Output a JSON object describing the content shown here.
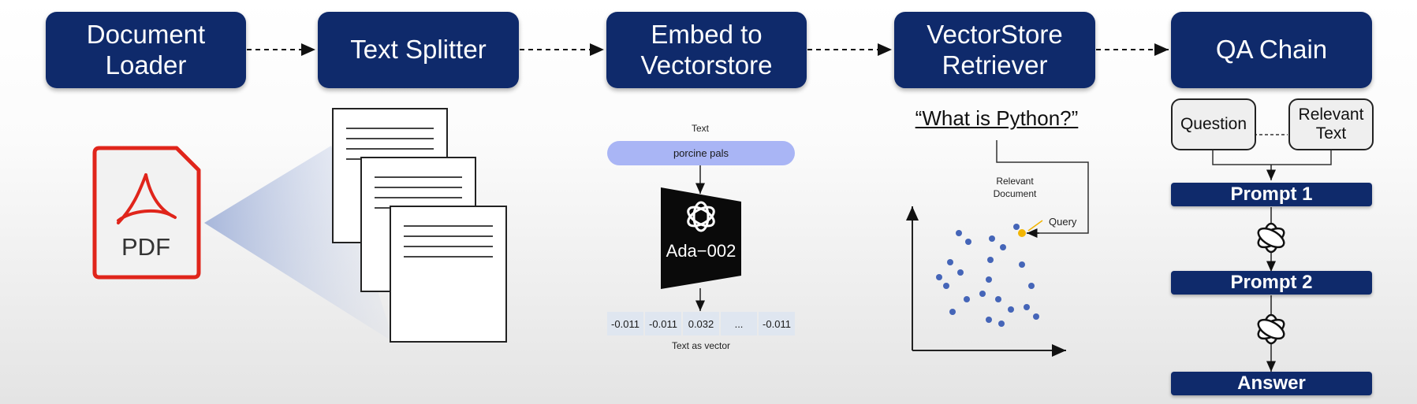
{
  "pipeline": {
    "steps": [
      {
        "id": "document-loader",
        "label": "Document\nLoader"
      },
      {
        "id": "text-splitter",
        "label": "Text Splitter"
      },
      {
        "id": "embed-to-vectorstore",
        "label": "Embed to\nVectorstore"
      },
      {
        "id": "vectorstore-retriever",
        "label": "VectorStore\nRetriever"
      },
      {
        "id": "qa-chain",
        "label": "QA Chain"
      }
    ]
  },
  "loader": {
    "file_label": "PDF"
  },
  "embed": {
    "text_label": "Text",
    "input_text": "porcine pals",
    "model_label": "Ada−002",
    "vector_values": [
      "-0.011",
      "-0.011",
      "0.032",
      "...",
      "-0.011"
    ],
    "vector_label": "Text as vector"
  },
  "retriever": {
    "query_text": "“What is Python?”",
    "relevant_label": "Relevant\nDocument",
    "query_label": "Query"
  },
  "qa": {
    "question_label": "Question",
    "relevant_text_label": "Relevant\nText",
    "prompt1": "Prompt 1",
    "prompt2": "Prompt 2",
    "answer": "Answer"
  },
  "colors": {
    "navy": "#0f2a6b",
    "pdf_red": "#e0251b",
    "pill_blue": "#a9b5f5",
    "dot_blue": "#4565b8",
    "query_yellow": "#f2b500"
  },
  "icons": [
    "pdf-icon",
    "document-page-icon",
    "openai-logo-icon"
  ]
}
